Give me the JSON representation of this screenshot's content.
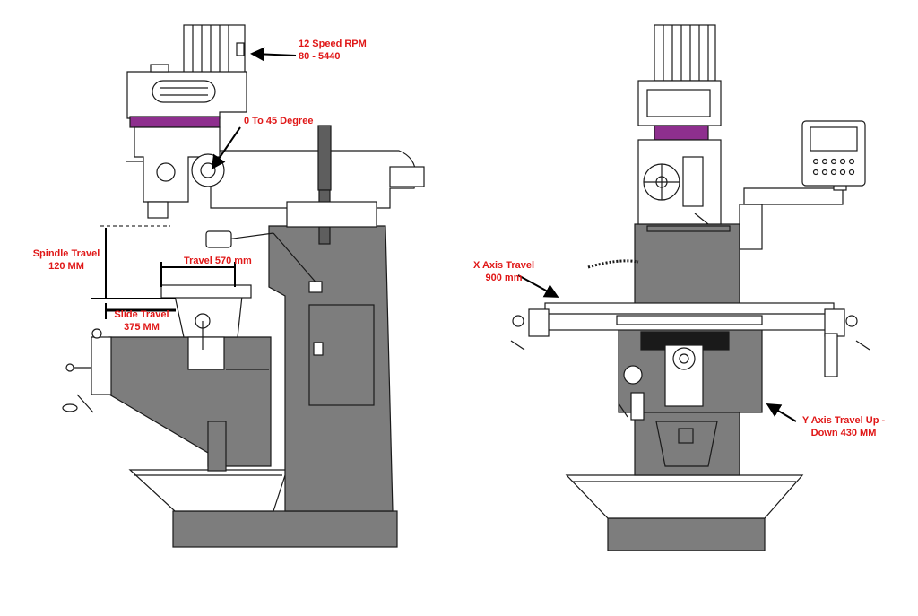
{
  "colors": {
    "body": "#7d7d7d",
    "body_dark": "#5e5e5e",
    "line": "#1a1a1a",
    "accent": "#8e2f8e",
    "annotation": "#e01818",
    "panel": "#ffffff"
  },
  "annotations": {
    "spindle_speed": {
      "line1": "12 Speed RPM",
      "line2": "80 - 5440"
    },
    "head_tilt": {
      "text": "0 To 45 Degree"
    },
    "spindle_travel": {
      "line1": "Spindle Travel",
      "line2": "120 MM"
    },
    "travel_570": {
      "text": "Travel 570 mm"
    },
    "slide_travel": {
      "line1": "Slide Travel",
      "line2": "375 MM"
    },
    "x_axis": {
      "line1": "X Axis Travel",
      "line2": "900 mm"
    },
    "y_axis": {
      "line1": "Y Axis Travel Up -",
      "line2": "Down 430 MM"
    }
  },
  "views": [
    "side-view",
    "front-view"
  ]
}
